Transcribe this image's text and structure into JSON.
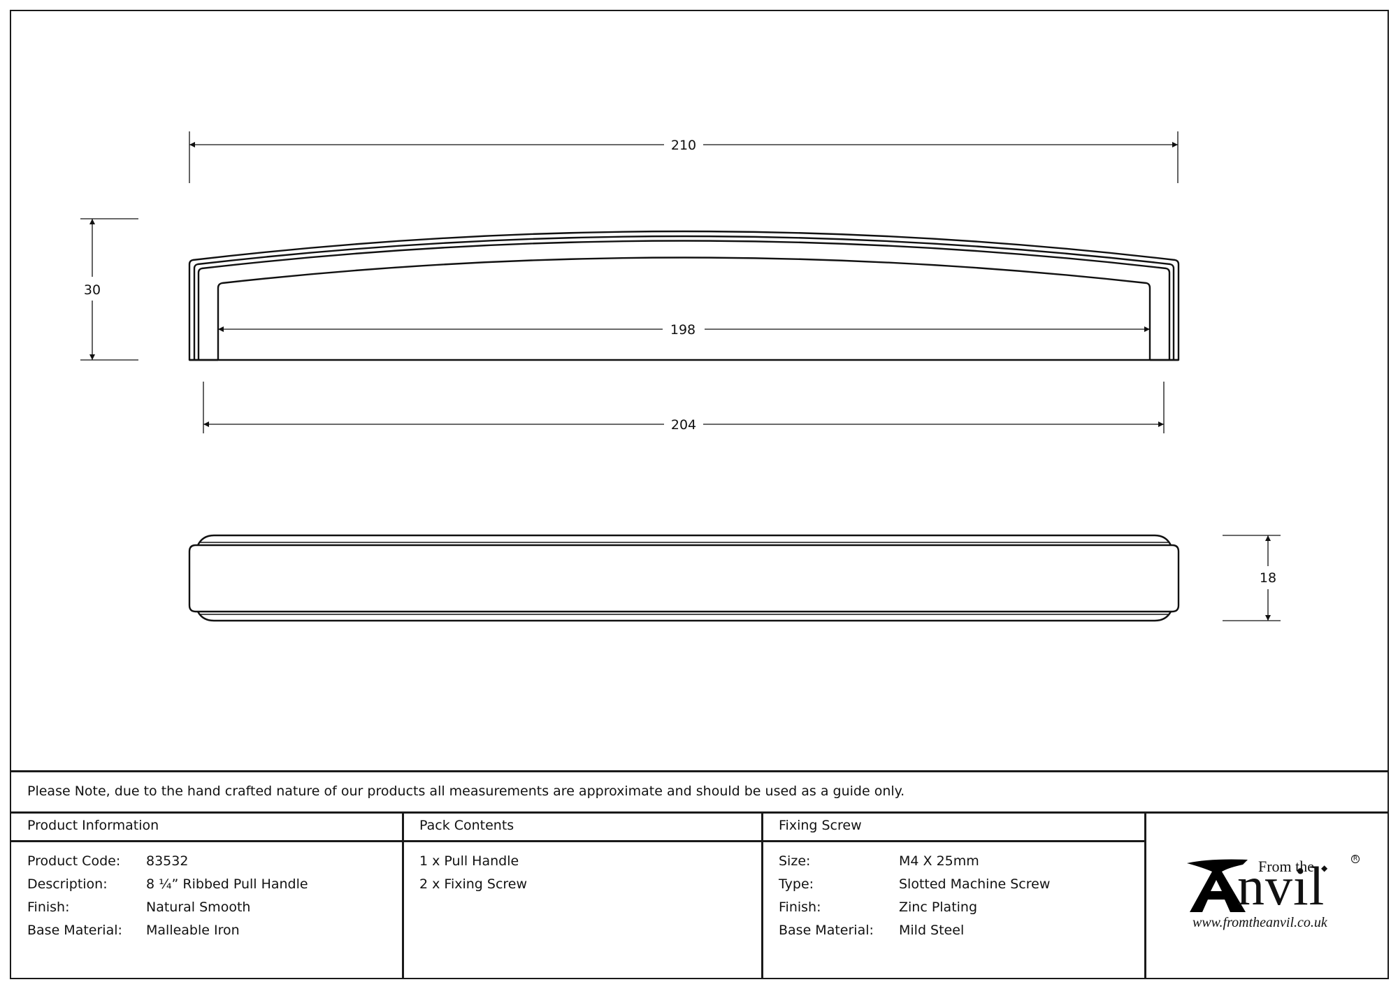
{
  "drawing": {
    "dimensions": {
      "overall_length": "210",
      "height": "30",
      "inner_span": "198",
      "centres": "204",
      "depth": "18"
    }
  },
  "note": "Please Note, due to the hand crafted nature of our products all measurements are approximate and should be used as a guide only.",
  "product_information": {
    "title": "Product Information",
    "rows": [
      {
        "label": "Product Code:",
        "value": "83532"
      },
      {
        "label": "Description:",
        "value": "8 ¼” Ribbed Pull Handle"
      },
      {
        "label": "Finish:",
        "value": "Natural Smooth"
      },
      {
        "label": "Base Material:",
        "value": "Malleable Iron"
      }
    ]
  },
  "pack_contents": {
    "title": "Pack Contents",
    "items": [
      "1 x Pull Handle",
      "2 x Fixing Screw"
    ]
  },
  "fixing_screw": {
    "title": "Fixing Screw",
    "rows": [
      {
        "label": "Size:",
        "value": "M4 X 25mm"
      },
      {
        "label": "Type:",
        "value": "Slotted Machine Screw"
      },
      {
        "label": "Finish:",
        "value": "Zinc Plating"
      },
      {
        "label": "Base Material:",
        "value": "Mild Steel"
      }
    ]
  },
  "logo": {
    "from_the": "From the",
    "brand": "nvil",
    "registered": "R",
    "url": "www.fromtheanvil.co.uk"
  }
}
